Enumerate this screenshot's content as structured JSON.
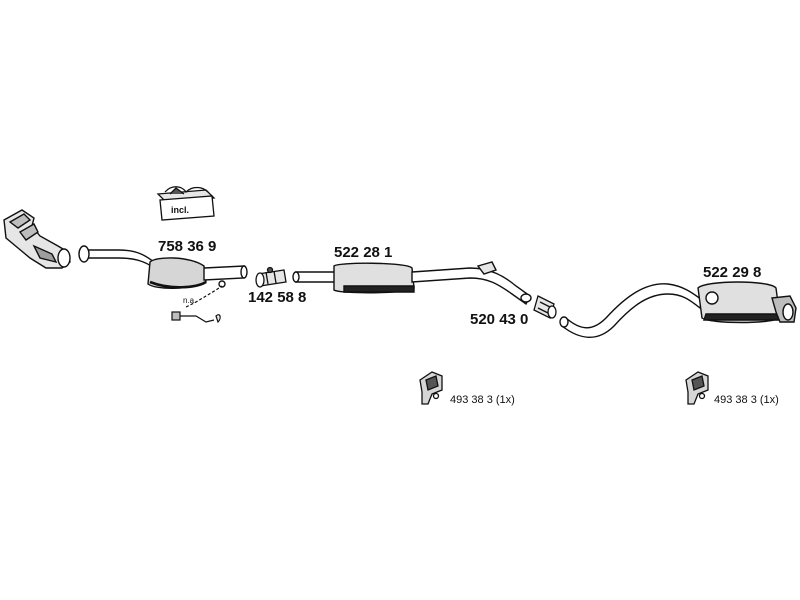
{
  "parts": {
    "catalytic_converter": {
      "number": "758 36 9",
      "incl_label": "incl.",
      "sensor_note": "n.a."
    },
    "connector_front": {
      "number": "142 58 8"
    },
    "middle_silencer": {
      "number": "522 28 1"
    },
    "connector_rear": {
      "number": "520 43 0"
    },
    "rear_silencer": {
      "number": "522 29 8"
    },
    "hanger_middle": {
      "label": "493 38 3 (1x)"
    },
    "hanger_rear": {
      "label": "493 38 3 (1x)"
    }
  },
  "colors": {
    "line": "#111111",
    "fill_light": "#e6e6e6",
    "fill_mid": "#bdbdbd",
    "fill_dark": "#555555"
  }
}
